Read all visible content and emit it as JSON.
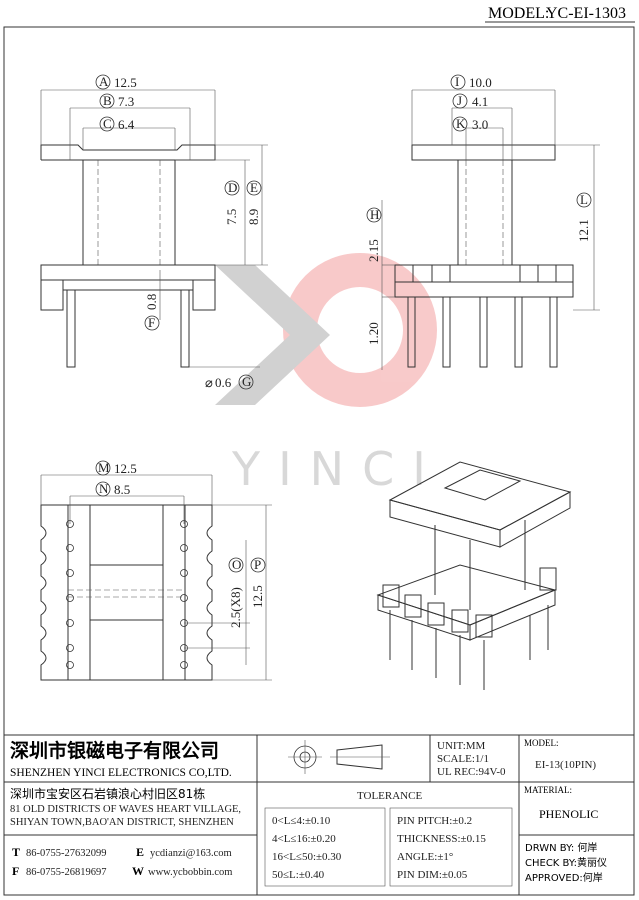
{
  "header": {
    "model_label": "MODEL:",
    "model_value": "YC-EI-1303"
  },
  "watermark": {
    "text": "YINCI"
  },
  "front_view": {
    "A": "12.5",
    "B": "7.3",
    "C": "6.4",
    "D": "7.5",
    "E": "8.9",
    "F": "0.8",
    "G": "0.6",
    "G_prefix": "⌀"
  },
  "side_view": {
    "I": "10.0",
    "J": "4.1",
    "K": "3.0",
    "L": "12.1",
    "H": "2.15",
    "H2": "1.20"
  },
  "bottom_view": {
    "M": "12.5",
    "N": "8.5",
    "O": "2.5(X8)",
    "P": "12.5"
  },
  "title_block": {
    "company_cn": "深圳市银磁电子有限公司",
    "company_en": "SHENZHEN YINCI ELECTRONICS CO,LTD.",
    "address_cn": "深圳市宝安区石岩镇浪心村旧区81栋",
    "address_en1": "81 OLD DISTRICTS OF WAVES HEART VILLAGE,",
    "address_en2": "SHIYAN TOWN,BAO'AN DISTRICT, SHENZHEN",
    "tel_label": "T",
    "tel": "86-0755-27632099",
    "email_label": "E",
    "email": "ycdianzi@163.com",
    "fax_label": "F",
    "fax": "86-0755-26819697",
    "web_label": "W",
    "web": "www.ycbobbin.com",
    "unit": "UNIT:MM",
    "scale": "SCALE:1/1",
    "ul": "UL REC:94V-0",
    "tolerance_label": "TOLERANCE",
    "tol_1": "0<L≤4:±0.10",
    "tol_2": "4<L≤16:±0.20",
    "tol_3": "16<L≤50:±0.30",
    "tol_4": "50≤L:±0.40",
    "pin_pitch": "PIN PITCH:±0.2",
    "thickness": "THICKNESS:±0.15",
    "angle": "ANGLE:±1°",
    "pin_dim": "PIN DIM:±0.05",
    "model_label": "MODEL:",
    "model_value": "EI-13(10PIN)",
    "material_label": "MATERIAL:",
    "material_value": "PHENOLIC",
    "drawn": "DRWN BY: 何岸",
    "check": "CHECK BY:黄丽仪",
    "approved": "APPROVED:何岸"
  }
}
